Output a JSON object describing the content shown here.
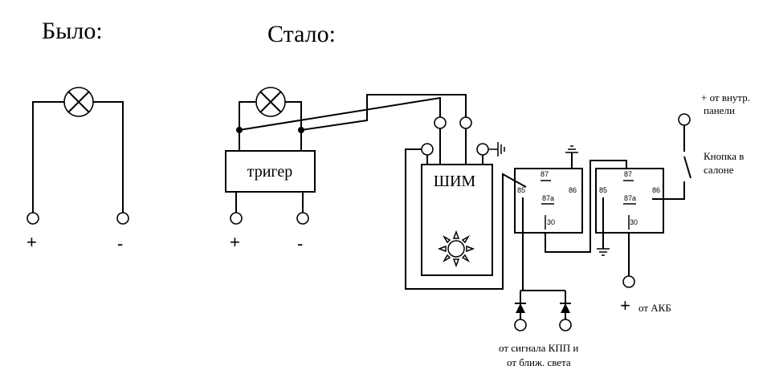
{
  "headings": {
    "before": "Было:",
    "after": "Стало:"
  },
  "blocks": {
    "trigger": "тригер",
    "pwm": "ШИМ"
  },
  "signs": {
    "plus": "+",
    "minus": "-"
  },
  "relay_pins": {
    "p87": "87",
    "p87a": "87a",
    "p85": "85",
    "p86": "86",
    "p30": "30"
  },
  "notes": {
    "panel_line1": "+ от внутр.",
    "panel_line2": "панели",
    "button_line1": "Кнопка в",
    "button_line2": "салоне",
    "battery_plus": "+",
    "battery": "от АКБ",
    "signal_line1": "от сигнала КПП  и",
    "signal_line2": "от ближ. света"
  }
}
